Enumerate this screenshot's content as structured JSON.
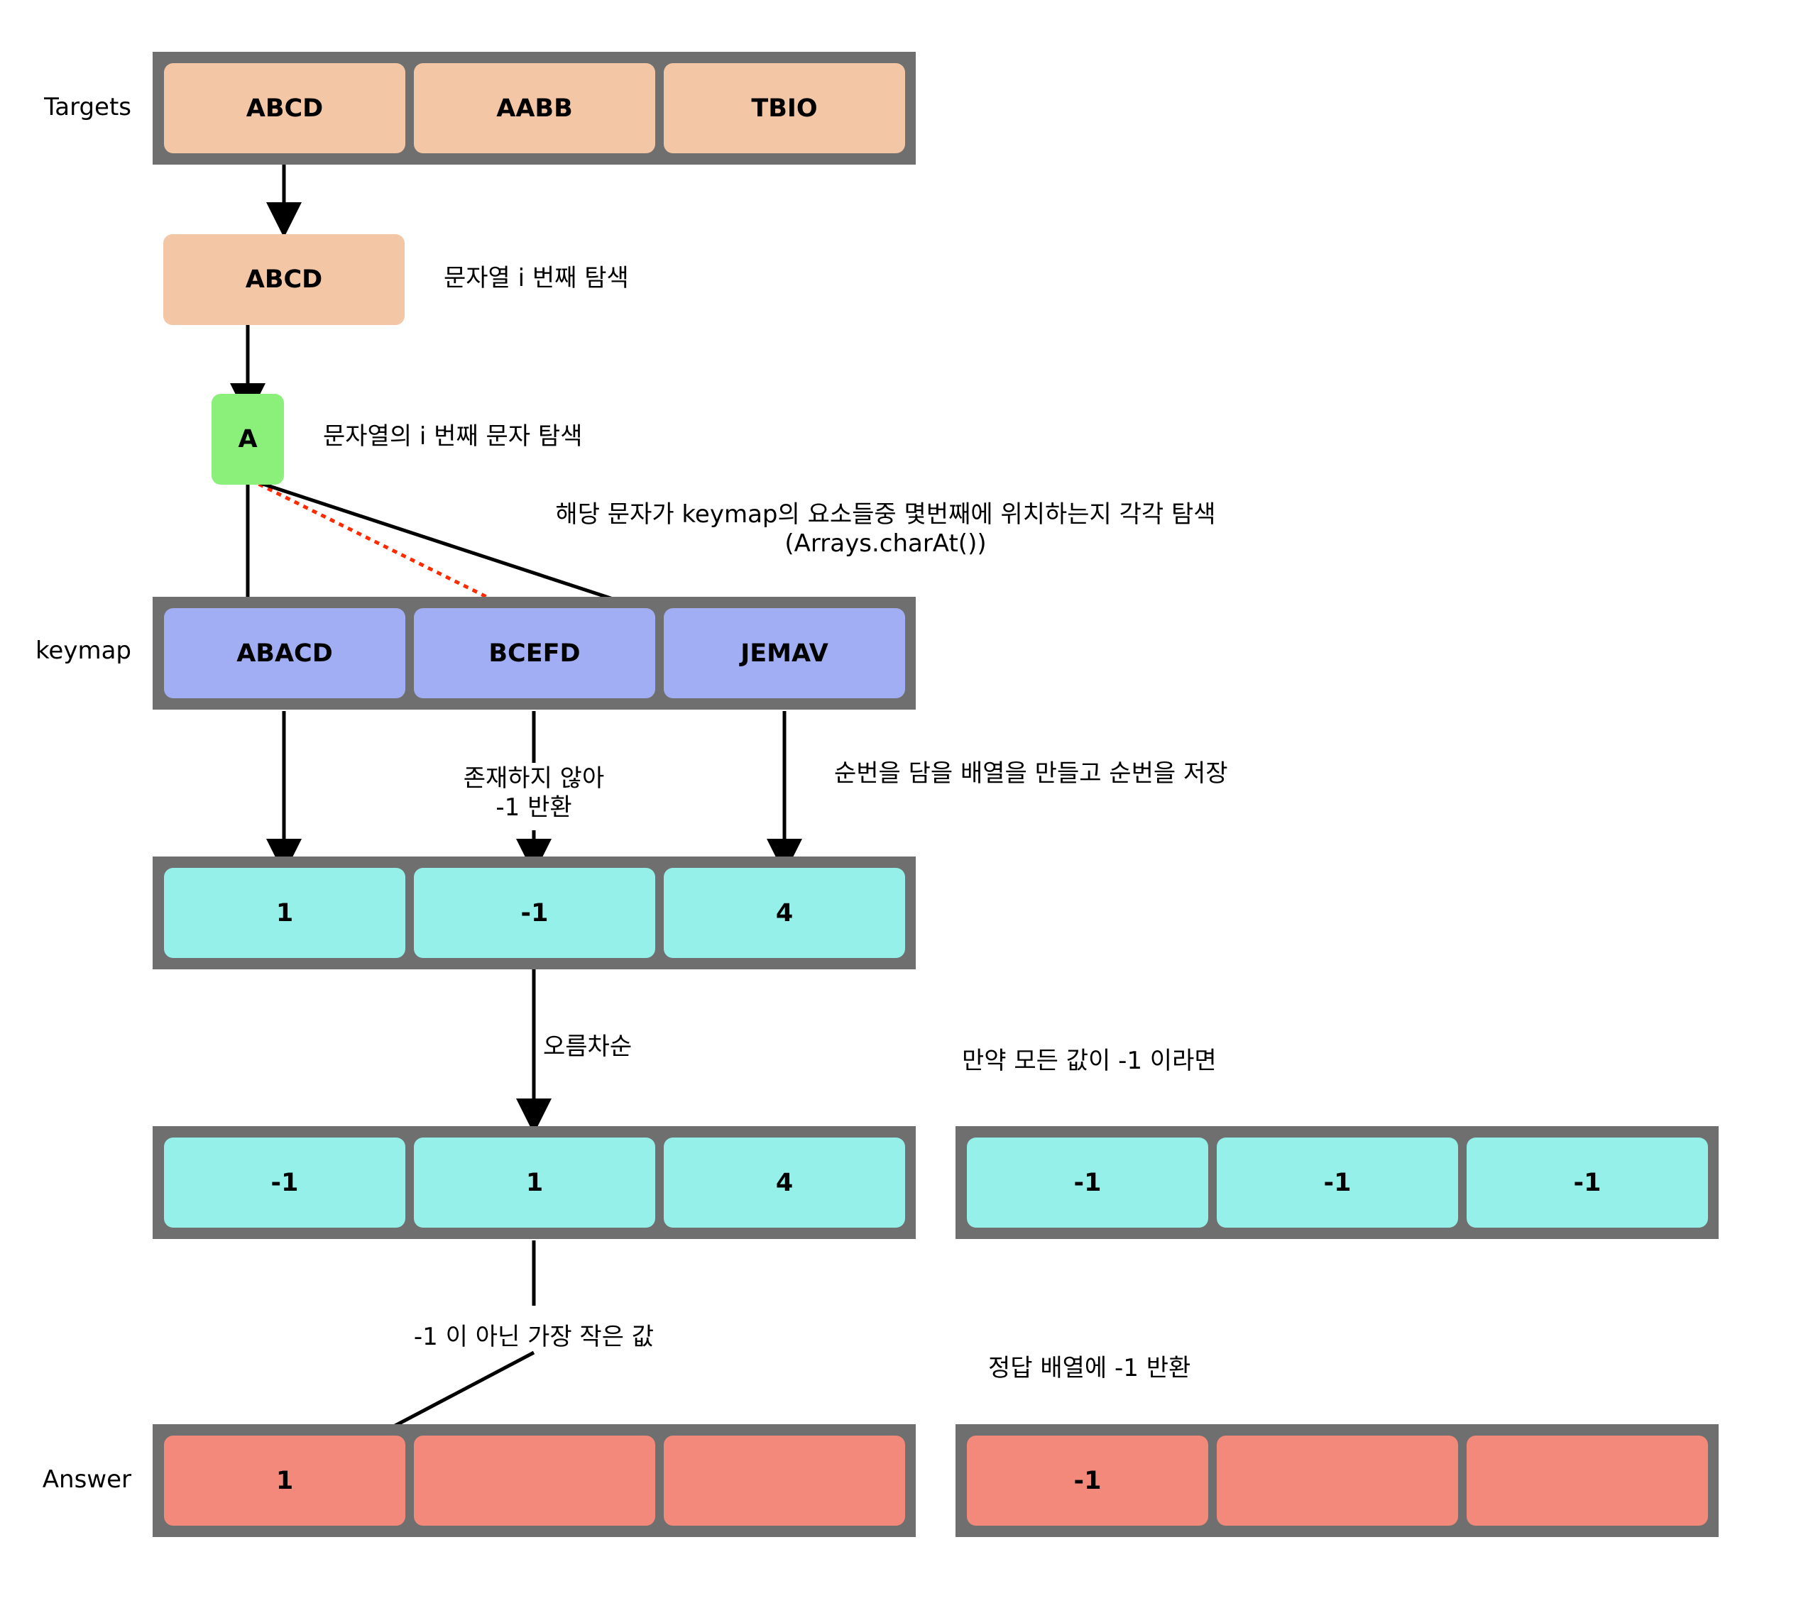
{
  "rows": {
    "targets_label": "Targets",
    "keymap_label": "keymap",
    "answer_label": "Answer"
  },
  "targets": [
    "ABCD",
    "AABB",
    "TBIO"
  ],
  "selected_string": "ABCD",
  "selected_char": "A",
  "keymap": [
    "ABACD",
    "BCEFD",
    "JEMAV"
  ],
  "positions": [
    "1",
    "-1",
    "4"
  ],
  "sorted": [
    "-1",
    "1",
    "4"
  ],
  "all_negative": [
    "-1",
    "-1",
    "-1"
  ],
  "answer_left": [
    "1",
    "",
    ""
  ],
  "answer_right": [
    "-1",
    "",
    ""
  ],
  "notes": {
    "search_string": "문자열 i 번째 탐색",
    "search_char": "문자열의 i 번째 문자 탐색",
    "find_position_line1": "해당 문자가 keymap의 요소들중 몇번째에 위치하는지 각각 탐색",
    "find_position_line2": "(Arrays.charAt())",
    "not_exist_line1": "존재하지 않아",
    "not_exist_line2": "-1 반환",
    "store_order": "순번을 담을 배열을 만들고 순번을 저장",
    "ascending": "오름차순",
    "if_all_negative": "만약 모든 값이 -1 이라면",
    "smallest_non_negative": "-1 이 아닌 가장 작은 값",
    "return_negative": "정답 배열에 -1 반환"
  },
  "colors": {
    "container": "#6f6f6f",
    "peach": "#f3c6a5",
    "green": "#8bf07a",
    "purple": "#a2aef3",
    "cyan": "#96f0ea",
    "salmon": "#f2897a",
    "highlight_arrow": "#ff2a00"
  }
}
